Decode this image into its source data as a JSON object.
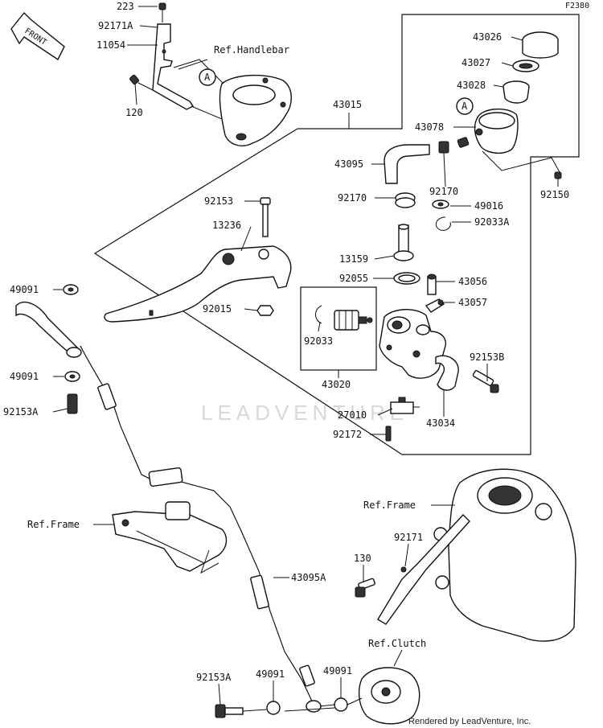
{
  "diagram_code": "F2380",
  "front_label": "FRONT",
  "watermark": "LEADVENTURE",
  "credit": "Rendered by LeadVenture, Inc.",
  "refs": {
    "handlebar": "Ref.Handlebar",
    "frame_right": "Ref.Frame",
    "frame_left": "Ref.Frame",
    "clutch": "Ref.Clutch",
    "callout_a": "A"
  },
  "part_numbers": {
    "p223": "223",
    "p92171A": "92171A",
    "p11054": "11054",
    "p120": "120",
    "p43015": "43015",
    "p43026": "43026",
    "p43027": "43027",
    "p43028": "43028",
    "p43078": "43078",
    "p43095": "43095",
    "p92170a": "92170",
    "p92170b": "92170",
    "p49016": "49016",
    "p92033A": "92033A",
    "p92150": "92150",
    "p92153": "92153",
    "p13236": "13236",
    "p13159": "13159",
    "p92055": "92055",
    "p43056": "43056",
    "p43057": "43057",
    "p92015": "92015",
    "p92033": "92033",
    "p43020": "43020",
    "p92153B": "92153B",
    "p27010": "27010",
    "p43034": "43034",
    "p92172": "92172",
    "p49091a": "49091",
    "p49091b": "49091",
    "p92153Aa": "92153A",
    "p92171": "92171",
    "p130": "130",
    "p43095A": "43095A",
    "p92153Ab": "92153A",
    "p49091c": "49091",
    "p49091d": "49091"
  }
}
